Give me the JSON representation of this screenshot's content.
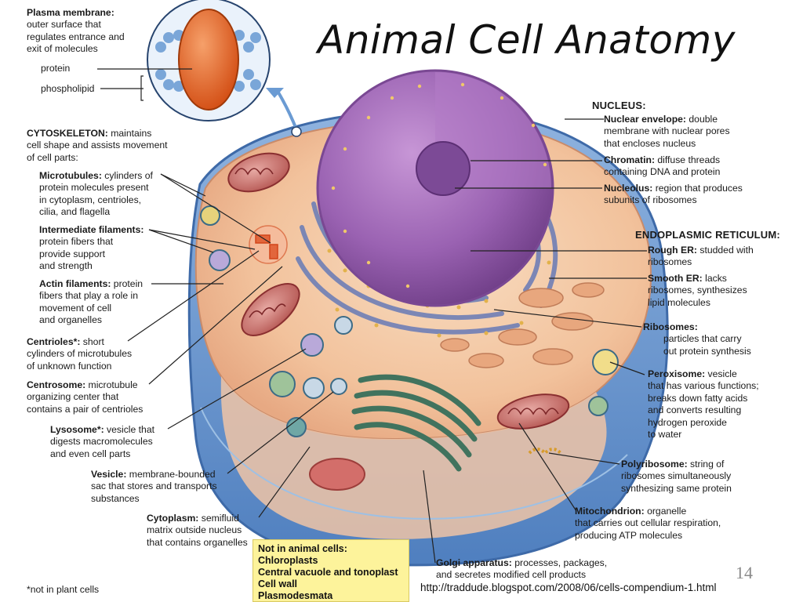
{
  "title": "Animal Cell Anatomy",
  "labels": {
    "plasma": {
      "term": "Plasma membrane:",
      "desc": [
        "outer surface that",
        "regulates entrance and",
        "exit of molecules"
      ]
    },
    "protein": "protein",
    "phospholipid": "phospholipid",
    "cytoskeleton": {
      "term": "CYTOSKELETON:",
      "desc": [
        " maintains",
        "cell shape and assists movement",
        "of cell parts:"
      ]
    },
    "microtubules": {
      "term": "Microtubules:",
      "desc": [
        " cylinders of",
        "protein molecules present",
        "in cytoplasm, centrioles,",
        "cilia, and flagella"
      ]
    },
    "intermediate": {
      "term": "Intermediate filaments:",
      "desc": [
        "",
        "protein fibers that",
        "provide support",
        "and strength"
      ]
    },
    "actin": {
      "term": "Actin filaments:",
      "desc": [
        " protein",
        "fibers that play a role in",
        "movement of cell",
        "and organelles"
      ]
    },
    "centrioles": {
      "term": "Centrioles*:",
      "desc": [
        " short",
        "cylinders of microtubules",
        "of unknown function"
      ]
    },
    "centrosome": {
      "term": "Centrosome:",
      "desc": [
        " microtubule",
        "organizing center that",
        "contains a pair of centrioles"
      ]
    },
    "lysosome": {
      "term": "Lysosome*:",
      "desc": [
        " vesicle that",
        "digests macromolecules",
        "and even cell parts"
      ]
    },
    "vesicle": {
      "term": "Vesicle:",
      "desc": [
        " membrane-bounded",
        "sac that stores and transports",
        "substances"
      ]
    },
    "cytoplasm": {
      "term": "Cytoplasm:",
      "desc": [
        " semifluid",
        "matrix outside nucleus",
        "that contains organelles"
      ]
    },
    "nucleus_header": "NUCLEUS:",
    "envelope": {
      "term": "Nuclear envelope:",
      "desc": [
        " double",
        "membrane with nuclear pores",
        "that encloses nucleus"
      ]
    },
    "chromatin": {
      "term": "Chromatin:",
      "desc": [
        " diffuse threads",
        "containing DNA and protein"
      ]
    },
    "nucleolus": {
      "term": "Nucleolus:",
      "desc": [
        " region that produces",
        "subunits of ribosomes"
      ]
    },
    "er_header": "ENDOPLASMIC RETICULUM:",
    "rough_er": {
      "term": "Rough ER:",
      "desc": [
        " studded with",
        "ribosomes"
      ]
    },
    "smooth_er": {
      "term": "Smooth ER:",
      "desc": [
        " lacks",
        "ribosomes, synthesizes",
        "lipid molecules"
      ]
    },
    "ribosomes": {
      "term": "Ribosomes:",
      "desc": [
        "",
        "particles that carry",
        "out protein synthesis"
      ]
    },
    "peroxisome": {
      "term": "Peroxisome:",
      "desc": [
        " vesicle",
        "that has various functions;",
        "breaks down fatty acids",
        "and converts resulting",
        "hydrogen peroxide",
        "to water"
      ]
    },
    "polyribosome": {
      "term": "Polyribosome:",
      "desc": [
        " string of",
        "ribosomes simultaneously",
        "synthesizing same protein"
      ]
    },
    "mitochondrion": {
      "term": "Mitochondrion:",
      "desc": [
        " organelle",
        "that carries out cellular respiration,",
        "producing ATP molecules"
      ]
    },
    "golgi": {
      "term": "Golgi apparatus:",
      "desc": [
        " processes, packages,",
        "and secretes modified cell products"
      ]
    }
  },
  "not_in_animal": {
    "heading": "Not in animal cells:",
    "items": [
      "Chloroplasts",
      "Central vacuole and tonoplast",
      "Cell wall",
      "Plasmodesmata"
    ]
  },
  "footnote": "*not in plant cells",
  "page_number": "14",
  "source_url": "http://traddude.blogspot.com/2008/06/cells-compendium-1.html",
  "colors": {
    "cytoplasm": "#f3c9a6",
    "membrane": "#7ea4d6",
    "nucleus": "#9b63b4",
    "mitochondria": "#b04a4a",
    "golgi": "#4e7d6a",
    "note_box": "#fdf39b"
  }
}
